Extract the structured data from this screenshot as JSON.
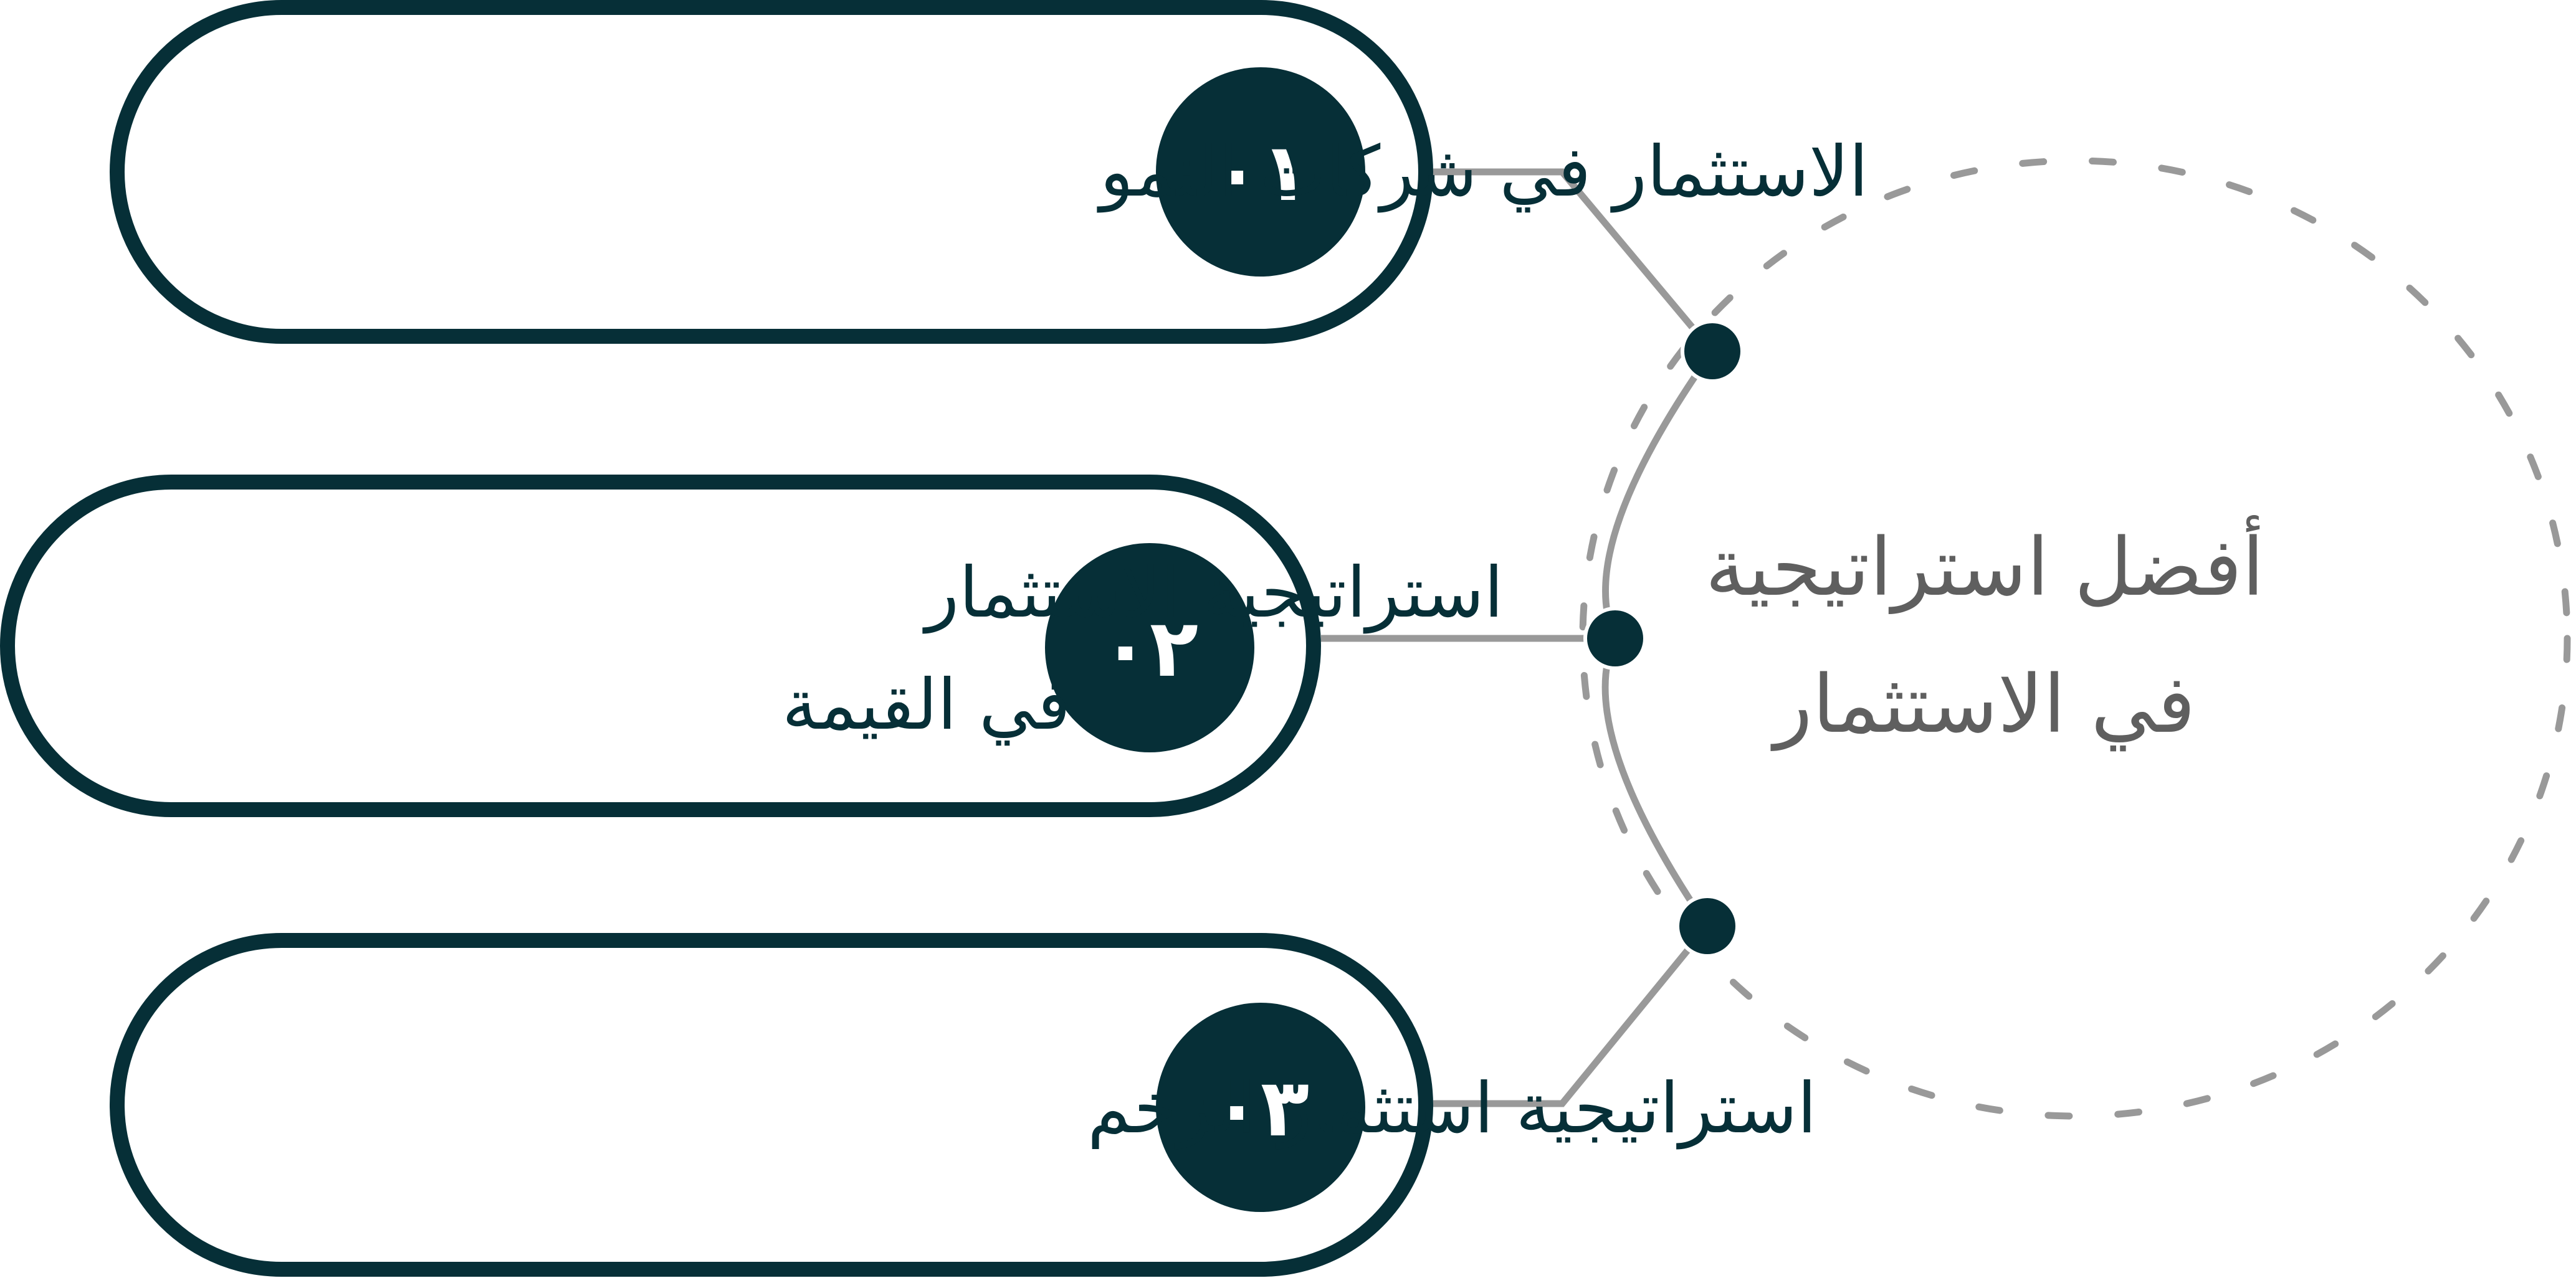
{
  "title": {
    "line1": "أفضل استراتيجية",
    "line2": "في الاستثمار"
  },
  "items": [
    {
      "number": "٠١",
      "label_lines": [
        "الاستثمار في شركات النمو"
      ]
    },
    {
      "number": "٠٢",
      "label_lines": [
        "استراتيجية الاستثمار",
        "في القيمة"
      ]
    },
    {
      "number": "٠٣",
      "label_lines": [
        "استراتيجية استثمار الزخم"
      ]
    }
  ],
  "colors": {
    "primary": "#062f37",
    "connector": "#999999",
    "dashed_circle": "#999999",
    "title_text": "#5f5f5f",
    "background": "#ffffff"
  }
}
